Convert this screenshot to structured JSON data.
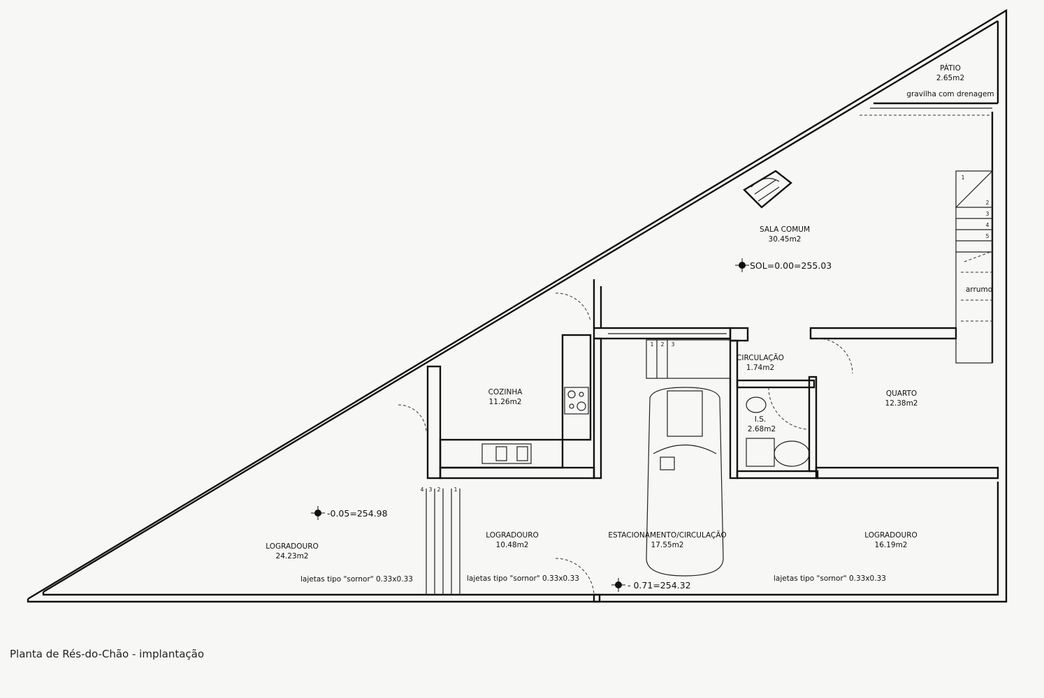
{
  "title": "Planta de Rés-do-Chão - implantação",
  "rooms": {
    "patio": {
      "name": "PÁTIO",
      "area": "2.65m2",
      "note": "gravilha com drenagem"
    },
    "sala": {
      "name": "SALA COMUM",
      "area": "30.45m2"
    },
    "arrumo": {
      "name": "arrumo"
    },
    "circulacao": {
      "name": "CIRCULAÇÃO",
      "area": "1.74m2"
    },
    "cozinha": {
      "name": "COZINHA",
      "area": "11.26m2"
    },
    "is": {
      "name": "I.S.",
      "area": "2.68m2"
    },
    "quarto": {
      "name": "QUARTO",
      "area": "12.38m2"
    },
    "logradouro_left": {
      "name": "LOGRADOURO",
      "area": "24.23m2",
      "note": "lajetas tipo \"sornor\" 0.33x0.33"
    },
    "logradouro_mid": {
      "name": "LOGRADOURO",
      "area": "10.48m2",
      "note": "lajetas tipo \"sornor\" 0.33x0.33"
    },
    "estacionamento": {
      "name": "ESTACIONAMENTO/CIRCULAÇÃO",
      "area": "17.55m2"
    },
    "logradouro_right": {
      "name": "LOGRADOURO",
      "area": "16.19m2",
      "note": "lajetas tipo \"sornor\" 0.33x0.33"
    }
  },
  "levels": {
    "sol": "SOL=0.00=255.03",
    "left": "-0.05=254.98",
    "garage": "- 0.71=254.32"
  },
  "stairs_main": [
    "1",
    "2",
    "3",
    "4",
    "5"
  ],
  "stairs_inner": [
    "1",
    "2",
    "3"
  ],
  "stairs_outer": [
    "4",
    "3",
    "2",
    "1"
  ]
}
